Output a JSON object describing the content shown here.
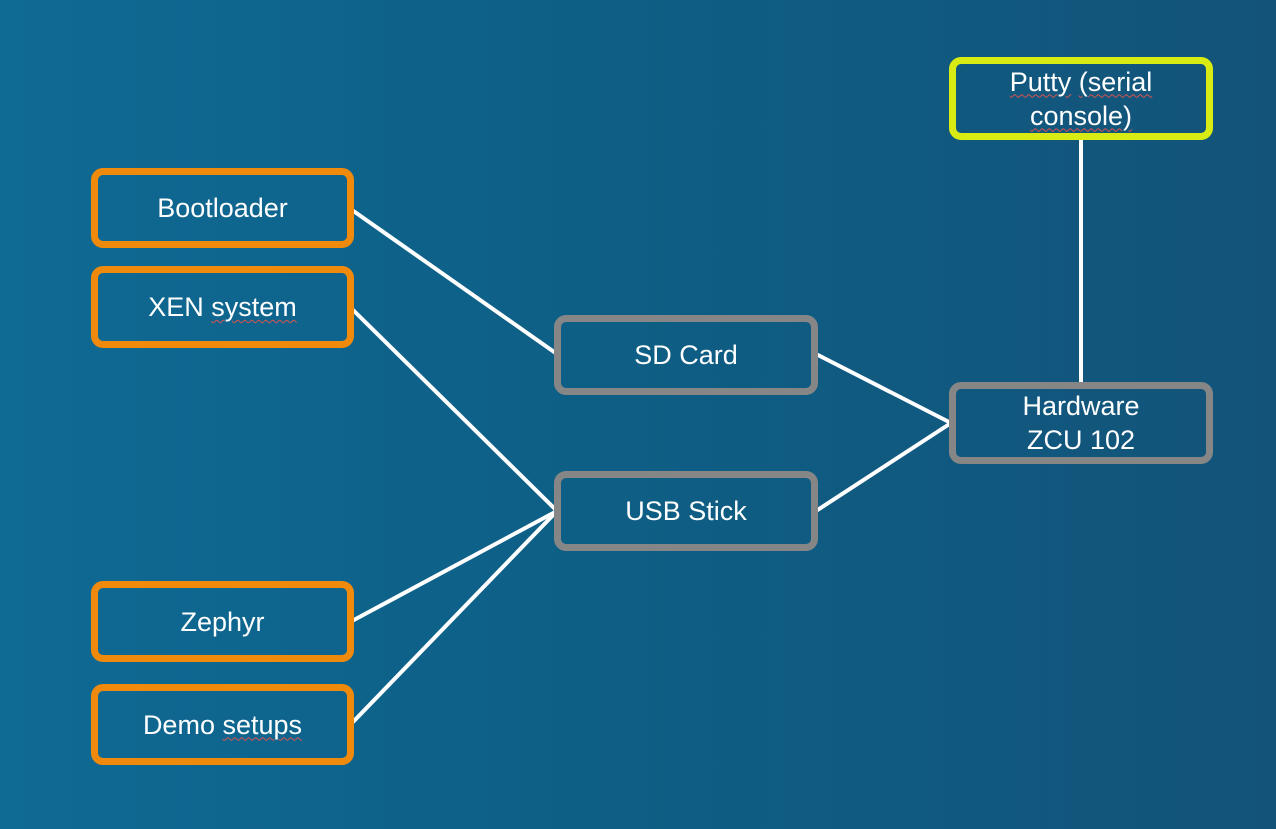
{
  "diagram": {
    "nodes": {
      "bootloader": {
        "lines": [
          "Bootloader"
        ],
        "color": "#f08a0c"
      },
      "xen": {
        "word1": "XEN",
        "word2": "system",
        "color": "#f08a0c"
      },
      "zephyr": {
        "lines": [
          "Zephyr"
        ],
        "color": "#f08a0c"
      },
      "demo": {
        "word1": "Demo",
        "word2": "setups",
        "color": "#f08a0c"
      },
      "sd_card": {
        "lines": [
          "SD Card"
        ],
        "color": "#868686"
      },
      "usb_stick": {
        "lines": [
          "USB Stick"
        ],
        "color": "#868686"
      },
      "hardware": {
        "lines": [
          "Hardware",
          "ZCU 102"
        ],
        "color": "#868686"
      },
      "putty": {
        "word1": "Putty",
        "word2": "(serial",
        "line2": "console)",
        "color": "#d8ec14"
      }
    },
    "edges": [
      {
        "from": "Bootloader",
        "to": "SD Card"
      },
      {
        "from": "XEN system",
        "to": "USB Stick"
      },
      {
        "from": "Zephyr",
        "to": "USB Stick"
      },
      {
        "from": "Demo setups",
        "to": "USB Stick"
      },
      {
        "from": "SD Card",
        "to": "Hardware ZCU 102"
      },
      {
        "from": "USB Stick",
        "to": "Hardware ZCU 102"
      },
      {
        "from": "Putty (serial console)",
        "to": "Hardware ZCU 102"
      }
    ]
  }
}
